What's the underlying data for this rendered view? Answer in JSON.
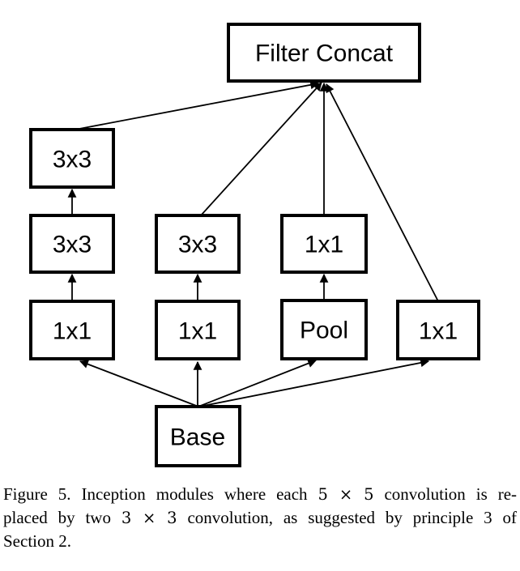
{
  "figure": {
    "nodes": {
      "filter_concat": "Filter Concat",
      "conv3x3_top": "3x3",
      "conv3x3_left": "3x3",
      "conv3x3_mid": "3x3",
      "conv1x1_row2": "1x1",
      "conv1x1_col1": "1x1",
      "conv1x1_col2": "1x1",
      "pool": "Pool",
      "conv1x1_col4": "1x1",
      "base": "Base"
    },
    "caption": {
      "line1_pre": "Figure 5. Inception modules where each ",
      "line1_math": "5 × 5",
      "line1_post": " convolution is re-",
      "line2_pre": "placed by two ",
      "line2_math": "3 × 3",
      "line2_post": " convolution, as suggested by principle 3 of",
      "line3": "Section 2."
    }
  }
}
